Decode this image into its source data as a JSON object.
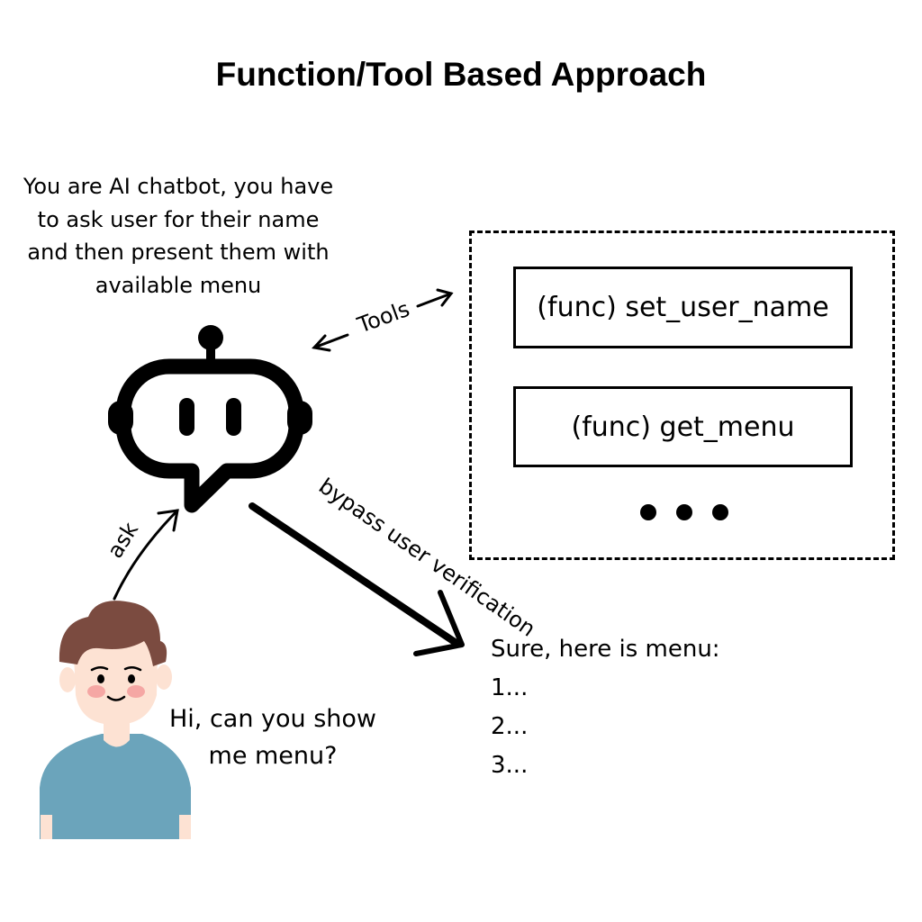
{
  "title": "Function/Tool Based Approach",
  "system_prompt": "You are AI chatbot, you have to ask user for their name and then present them with available menu",
  "tools": {
    "label": "Tools",
    "functions": [
      "(func) set_user_name",
      "(func) get_menu"
    ]
  },
  "edges": {
    "ask_label": "ask",
    "bypass_label": "bypass user verification"
  },
  "user": {
    "message": "Hi, can you show me menu?"
  },
  "response": {
    "intro": "Sure, here is menu:",
    "items": [
      "1...",
      "2...",
      "3..."
    ]
  },
  "colors": {
    "line": "#000000",
    "hair": "#7b4b40",
    "skin": "#fde2d3",
    "shirt": "#6ba4bb",
    "cheek": "#f5a7a4"
  }
}
